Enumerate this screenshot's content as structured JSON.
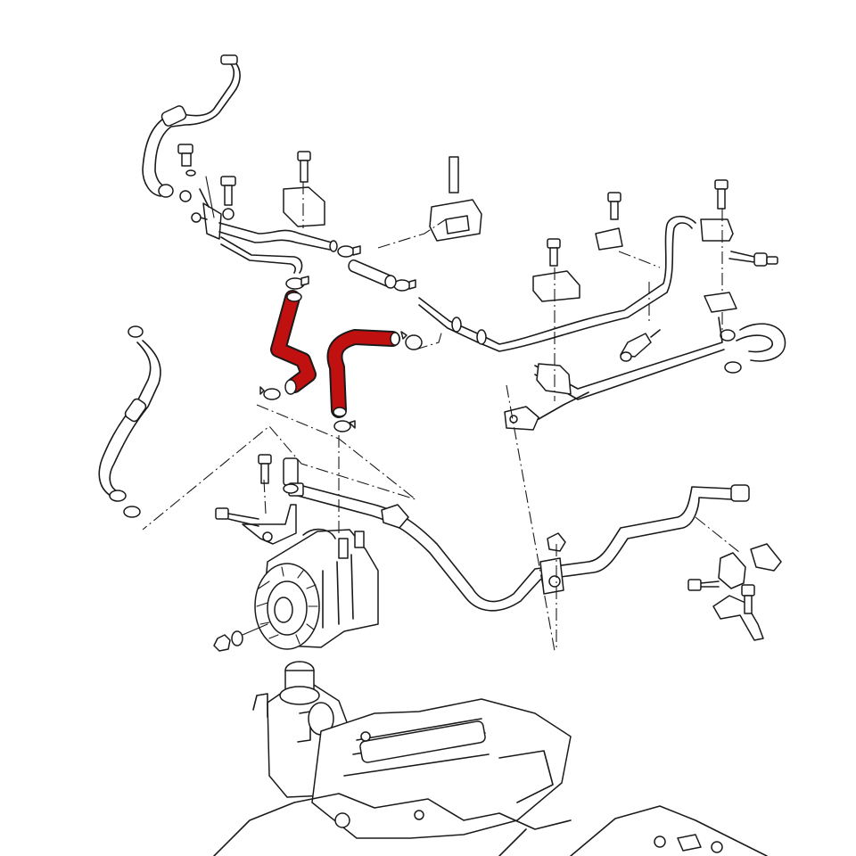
{
  "diagram": {
    "type": "exploded-parts-diagram",
    "highlight_color": "#c0100f",
    "outline_color": "#1a1a1a",
    "background_color": "#ffffff",
    "highlighted_parts": [
      {
        "icon": "coolant-hose-s-shaped"
      },
      {
        "icon": "coolant-hose-curved"
      }
    ]
  }
}
